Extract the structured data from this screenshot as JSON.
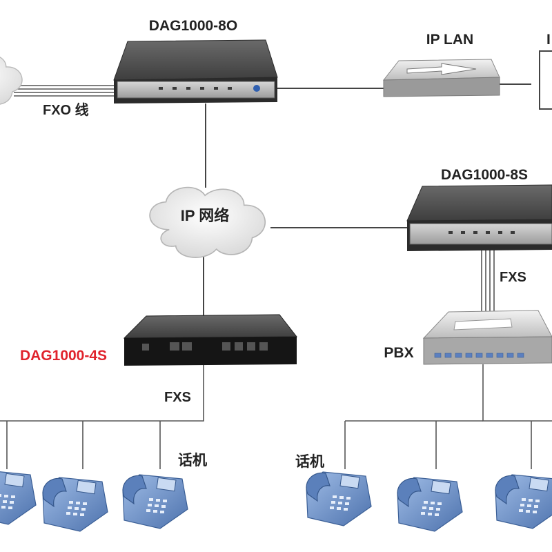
{
  "devices": {
    "dag_8o": "DAG1000-8O",
    "dag_8s": "DAG1000-8S",
    "dag_4s": "DAG1000-4S"
  },
  "labels": {
    "fxo_line": "FXO 线",
    "ip_lan": "IP LAN",
    "ip_network": "IP 网络",
    "fxs_right": "FXS",
    "fxs_left": "FXS",
    "pbx": "PBX",
    "phones_left": "话机",
    "phones_right": "话机"
  },
  "colors": {
    "highlight_label": "#e0232c",
    "device_dark": "#3a3a3a",
    "phone_blue": "#6f93c8",
    "cloud": "#e6e6e6"
  }
}
